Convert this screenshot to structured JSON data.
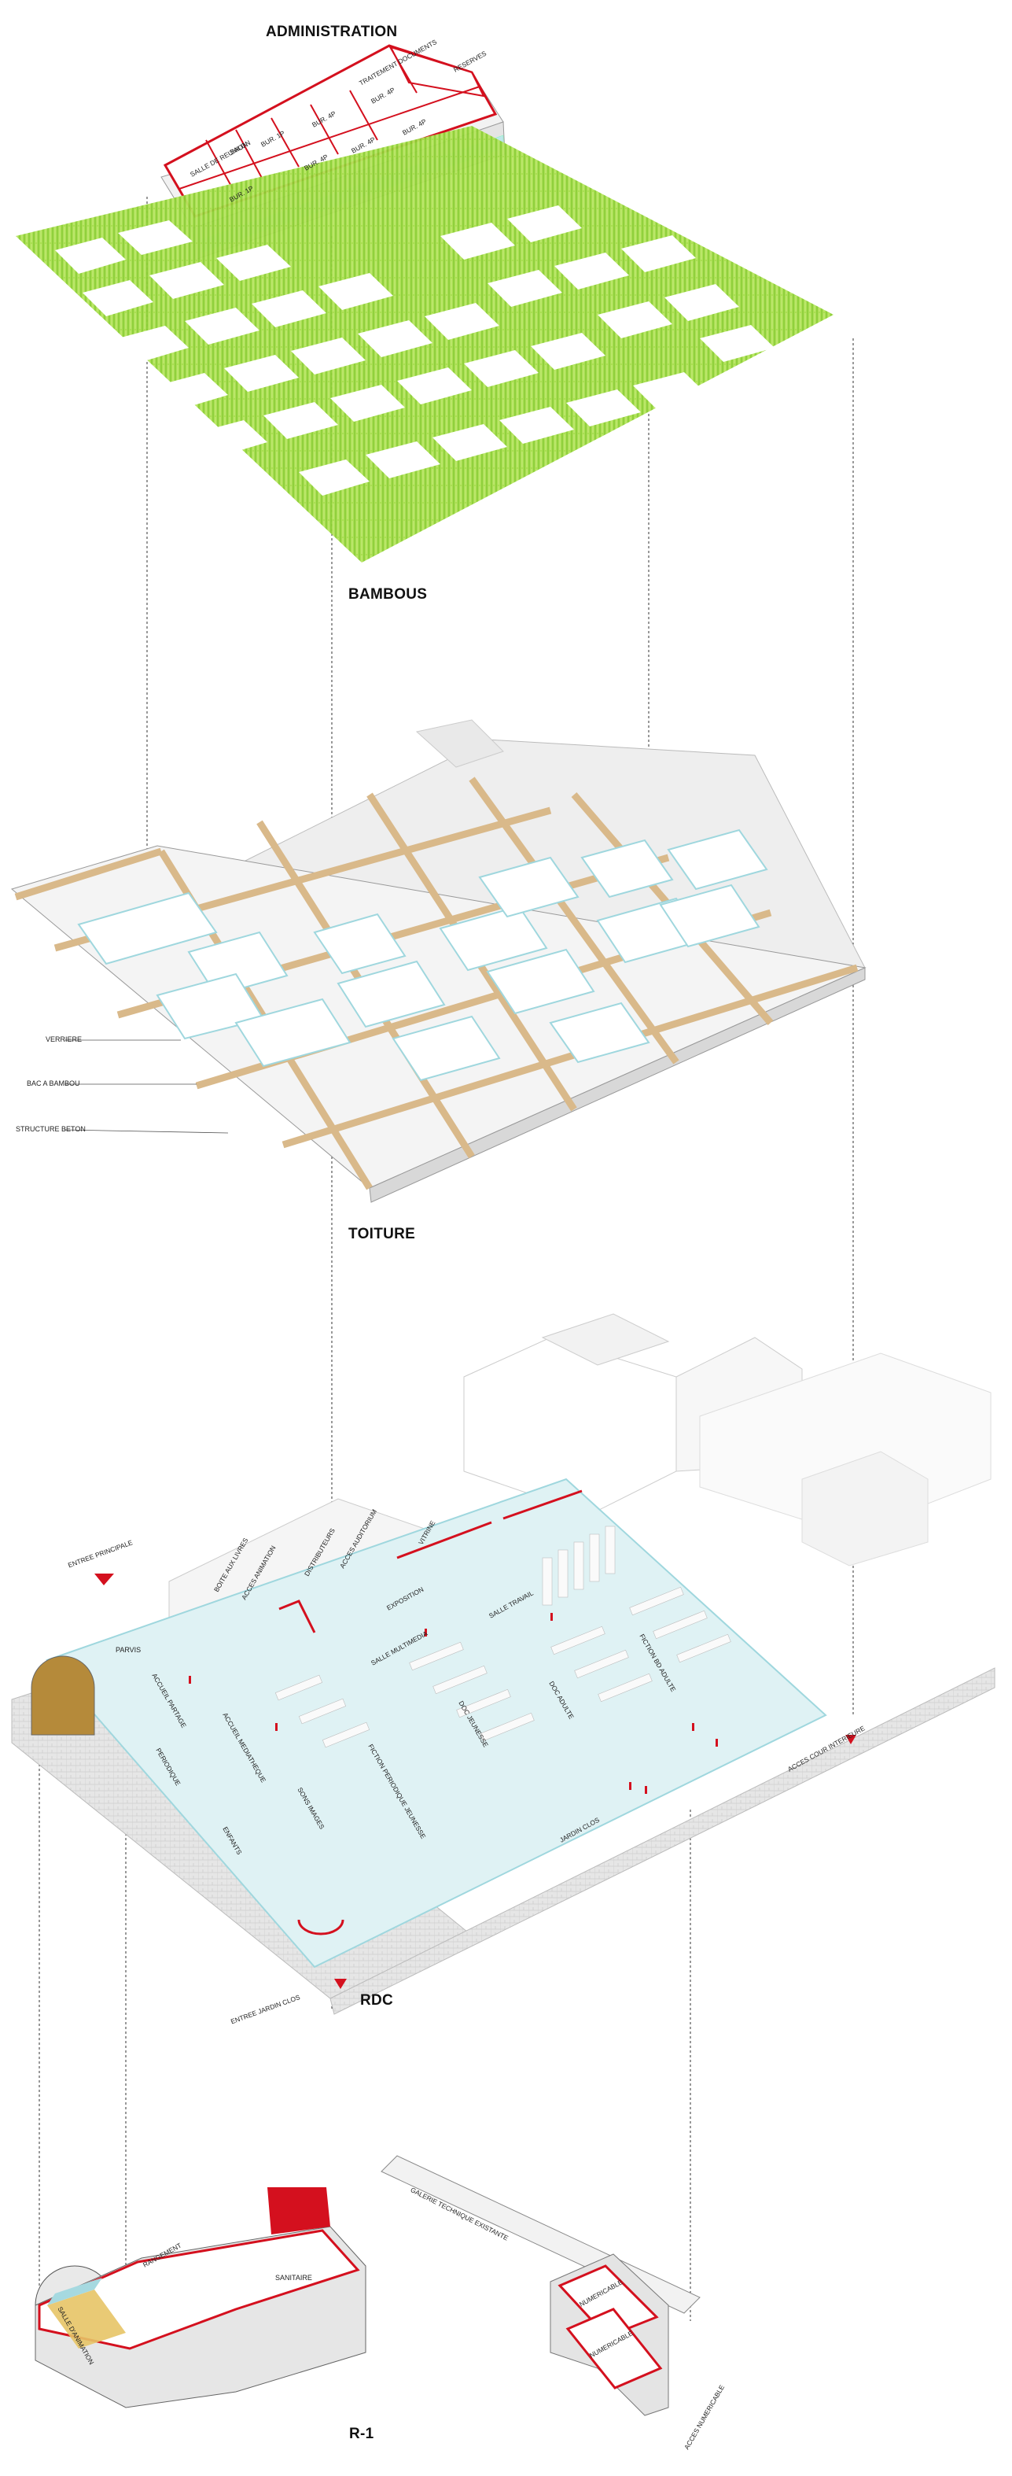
{
  "layers": {
    "administration": {
      "title": "ADMINISTRATION",
      "rooms": [
        "SALLE DE REUNION",
        "SALON",
        "BUR. 4P",
        "BUR. 4P",
        "BUR. 4P",
        "BUR. 4P",
        "BUR. 4P",
        "TRAITEMENT DOCUMENTS",
        "RESERVES",
        "BUR. 1P",
        "BUR. 1P"
      ]
    },
    "bambous": {
      "title": "BAMBOUS"
    },
    "toiture": {
      "title": "TOITURE",
      "legend": [
        "VERRIERE",
        "BAC A BAMBOU",
        "STRUCTURE BETON"
      ]
    },
    "rdc": {
      "title": "RDC",
      "entries": [
        "ENTREE PRINCIPALE",
        "ENTREE JARDIN CLOS",
        "ACCES COUR INTERIEURE"
      ],
      "callouts": [
        "BOITE AUX LIVRES",
        "ACCES ANIMATION",
        "DISTRIBUTEURS",
        "ACCES AUDITORIUM",
        "VITRINE"
      ],
      "spaces": [
        "PARVIS",
        "ACCUEIL PARTAGE",
        "ACCUEIL MEDIATHEQUE",
        "PERIODIQUE",
        "ENFANTS",
        "SONS IMAGES",
        "FICTION PERIODIQUE JEUNESSE",
        "DOC JEUNESSE",
        "SALLE MULTIMEDIA",
        "EXPOSITION",
        "SALLE TRAVAIL",
        "DOC ADULTE",
        "FICTION BD ADULTE",
        "JARDIN CLOS"
      ]
    },
    "r1": {
      "title": "R-1",
      "rooms": [
        "SALLE D'ANIMATION",
        "RANGEMENT",
        "SANITAIRE"
      ],
      "gallery": "GALERIE TECHNIQUE EXISTANTE",
      "tech_rooms": [
        "NUMERICABLE",
        "NUMERICABLE"
      ],
      "access": "ACCES NUMERICABLE"
    }
  },
  "colors": {
    "accent": "#d4101e",
    "bamboo": "#8bd12a",
    "glass": "#bfe6ea",
    "wood": "#d9b98a"
  }
}
